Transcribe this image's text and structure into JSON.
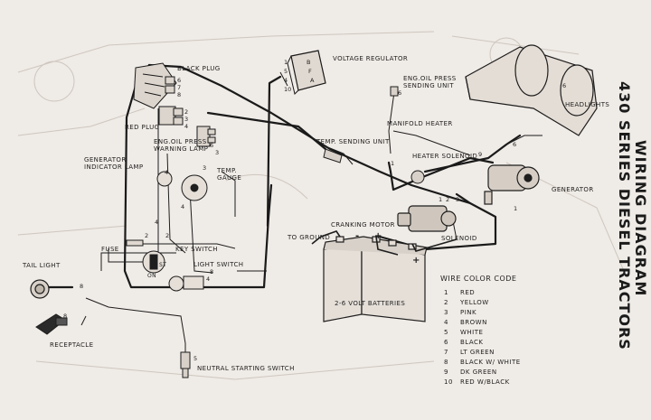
{
  "title_line1": "WIRING DIAGRAM",
  "title_line2": "430 SERIES DIESEL TRACTORS",
  "components": {
    "black_plug": "BLACK PLUG",
    "red_plug": "RED PLUG",
    "voltage_regulator": "VOLTAGE REGULATOR",
    "oil_sending_unit_1": "ENG.OIL PRESS",
    "oil_sending_unit_2": "SENDING UNIT",
    "manifold_heater": "MANIFOLD HEATER",
    "temp_sending_unit": "TEMP. SENDING UNIT",
    "heater_solenoid": "HEATER SOLENOID",
    "headlights": "HEADLIGHTS",
    "generator": "GENERATOR",
    "oil_warning_lamp_1": "ENG.OIL PRESS",
    "oil_warning_lamp_2": "WARNING LAMP",
    "generator_lamp_1": "GENERATOR",
    "generator_lamp_2": "INDICATOR LAMP",
    "temp_gauge_1": "TEMP.",
    "temp_gauge_2": "GAUGE",
    "cranking_motor": "CRANKING MOTOR",
    "to_ground": "TO GROUND",
    "solenoid": "SOLENOID",
    "fuse": "FUSE",
    "key_switch": "KEY SWITCH",
    "light_switch": "LIGHT SWITCH",
    "tail_light": "TAIL LIGHT",
    "receptacle": "RECEPTACLE",
    "batteries": "2-6 VOLT BATTERIES",
    "neutral_switch": "NEUTRAL STARTING SWITCH",
    "plus_sign": "+",
    "minus_sign": "-",
    "key_st": "ST",
    "key_on": "ON"
  },
  "regulator_terminals": [
    "B",
    "F",
    "A"
  ],
  "wire_numbers": {
    "black_plug": [
      "6",
      "7",
      "8"
    ],
    "red_plug": [
      "2",
      "3",
      "4"
    ],
    "regulator": [
      "1",
      "5",
      "4",
      "10"
    ],
    "misc": [
      "6",
      "6",
      "6",
      "9",
      "1",
      "2",
      "3",
      "1",
      "3",
      "4",
      "4",
      "4",
      "8",
      "8",
      "8",
      "5",
      "2",
      "2",
      "4",
      "6",
      "3",
      "1"
    ]
  },
  "legend": {
    "title": "WIRE COLOR CODE",
    "rows": [
      {
        "num": "1",
        "color": "RED"
      },
      {
        "num": "2",
        "color": "YELLOW"
      },
      {
        "num": "3",
        "color": "PINK"
      },
      {
        "num": "4",
        "color": "BROWN"
      },
      {
        "num": "5",
        "color": "WHITE"
      },
      {
        "num": "6",
        "color": "BLACK"
      },
      {
        "num": "7",
        "color": "LT GREEN"
      },
      {
        "num": "8",
        "color": "BLACK W/ WHITE"
      },
      {
        "num": "9",
        "color": "DK GREEN"
      },
      {
        "num": "10",
        "color": "RED W/BLACK"
      }
    ]
  }
}
